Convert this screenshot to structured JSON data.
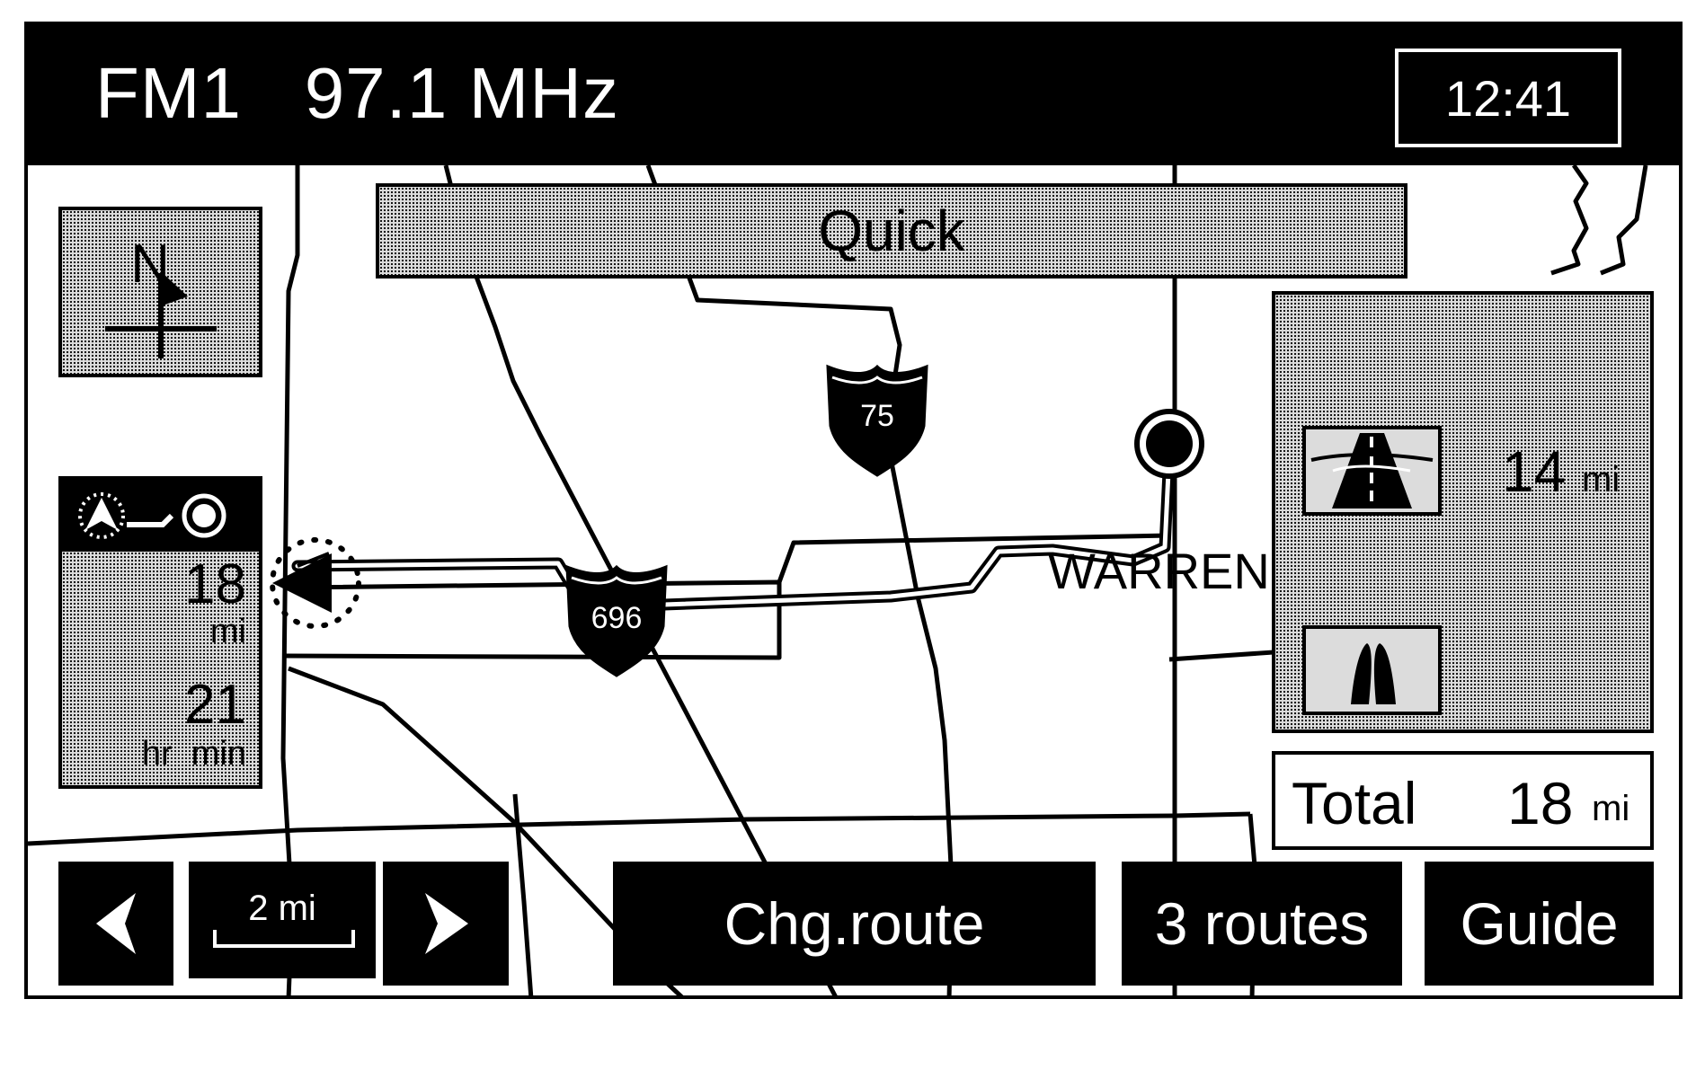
{
  "radio": {
    "band": "FM1",
    "frequency": "97.1 MHz"
  },
  "clock": "12:41",
  "route_preference": "Quick",
  "map": {
    "city": "WARREN",
    "highways": [
      {
        "label": "75"
      },
      {
        "label": "696"
      }
    ]
  },
  "trip": {
    "distance": "18",
    "distance_unit": "mi",
    "time": "21",
    "time_unit": "hr  min"
  },
  "next_maneuver": {
    "distance": "14",
    "unit": "mi"
  },
  "total": {
    "label": "Total",
    "distance": "18",
    "unit": "mi"
  },
  "scale": {
    "label": "2 mi"
  },
  "buttons": {
    "change_route": "Chg.route",
    "routes": "3 routes",
    "guide": "Guide"
  },
  "icons": {
    "compass": "north-up-icon",
    "trip_header": "route-origin-destination-icon",
    "lane": "freeway-lane-icon",
    "exit": "exit-ramp-icon",
    "scale_left": "left-arrow-icon",
    "scale_right": "right-arrow-icon",
    "vehicle": "vehicle-position-icon",
    "destination": "destination-marker-icon"
  }
}
